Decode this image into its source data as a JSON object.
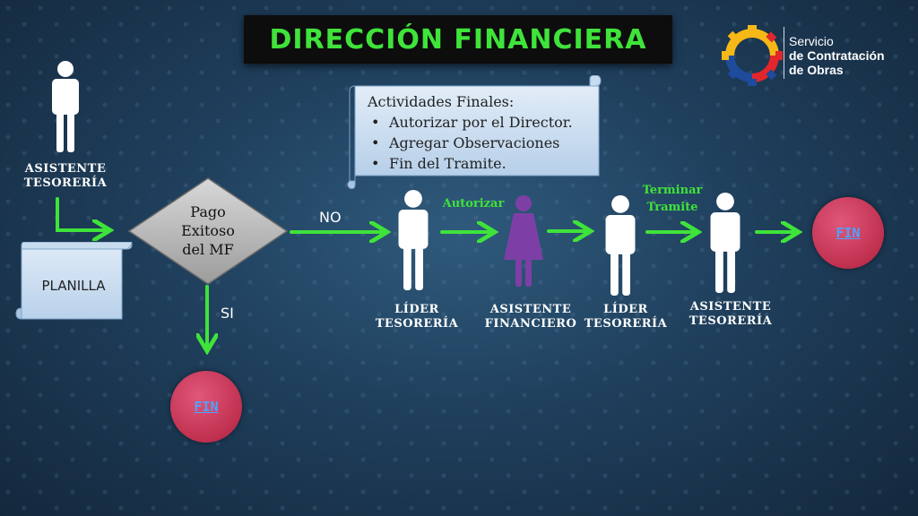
{
  "title": "DIRECCIÓN FINANCIERA",
  "logo": {
    "line1": "Servicio",
    "line2": "de Contratación",
    "line3": "de Obras"
  },
  "roles": {
    "asistente_tesoreria_1": [
      "ASISTENTE",
      "TESORERÍA"
    ],
    "lider_tesoreria_1": [
      "LÍDER",
      "TESORERÍA"
    ],
    "asistente_financiero": [
      "ASISTENTE",
      "FINANCIERO"
    ],
    "lider_tesoreria_2": [
      "LÍDER",
      "TESORERÍA"
    ],
    "asistente_tesoreria_2": [
      "ASISTENTE",
      "TESORERÍA"
    ]
  },
  "planilla": "PLANILLA",
  "decision": [
    "Pago",
    "Exitoso",
    "del MF"
  ],
  "labels": {
    "no": "NO",
    "si": "SI",
    "autorizar": "Autorizar",
    "terminar": [
      "Terminar",
      "Tramite"
    ]
  },
  "fin": "FIN",
  "actividades": {
    "title": "Actividades Finales:",
    "items": [
      "Autorizar por el Director.",
      "Agregar Observaciones",
      "Fin del Tramite."
    ]
  },
  "colors": {
    "arrow": "#3fe33a",
    "title": "#3fe33a",
    "person": "#ffffff",
    "person_highlight": "#7d3fa6",
    "fin": "#c0304f"
  }
}
